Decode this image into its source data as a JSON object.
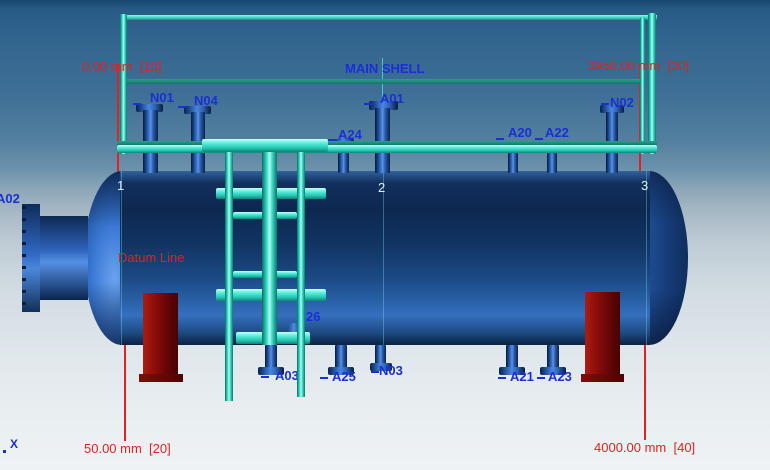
{
  "view": {
    "main_title": "MAIN SHELL",
    "datum_label": "Datum Line",
    "axis_label": "X"
  },
  "dimensions": {
    "d10": "0.00 mm  [10]",
    "d30": "3950.00 mm  [30]",
    "d20": "50.00 mm  [20]",
    "d40": "4000.00 mm  [40]"
  },
  "nozzles": {
    "n01": "N01",
    "n04": "N04",
    "a01": "A01",
    "a24": "A24",
    "a20": "A20",
    "a22": "A22",
    "n02": "N02",
    "a02": "A02",
    "a03": "A03",
    "a25": "A25",
    "n03": "N03",
    "a21": "A21",
    "a23": "A23",
    "a26_partial": "26"
  },
  "seams": {
    "s1": "1",
    "s2": "2",
    "s3": "3"
  },
  "colors": {
    "label_blue": "#1b2fd6",
    "dim_red": "#e02222",
    "structure_cyan": "#3fe6d5",
    "vessel_blue": "#16457f",
    "saddle_red": "#7a0b0b"
  }
}
